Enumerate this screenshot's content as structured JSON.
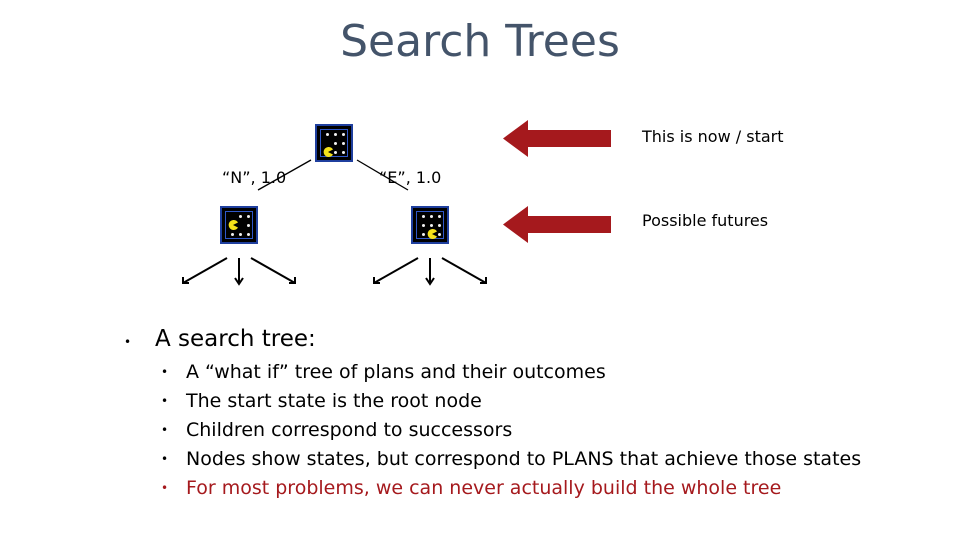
{
  "title": "Search Trees",
  "tree": {
    "edge_labels": [
      "“N”, 1.0",
      "“E”, 1.0"
    ],
    "annotations": [
      "This is now / start",
      "Possible futures"
    ],
    "arrow_color": "#a5191d"
  },
  "bullets": {
    "main": "A search tree:",
    "sub": [
      "A “what if” tree of plans and their outcomes",
      "The start state is the root node",
      "Children correspond to successors",
      "Nodes show states, but correspond to PLANS that achieve those states",
      "For most problems, we can never actually build the whole tree"
    ],
    "highlight_color": "#a5191d"
  }
}
